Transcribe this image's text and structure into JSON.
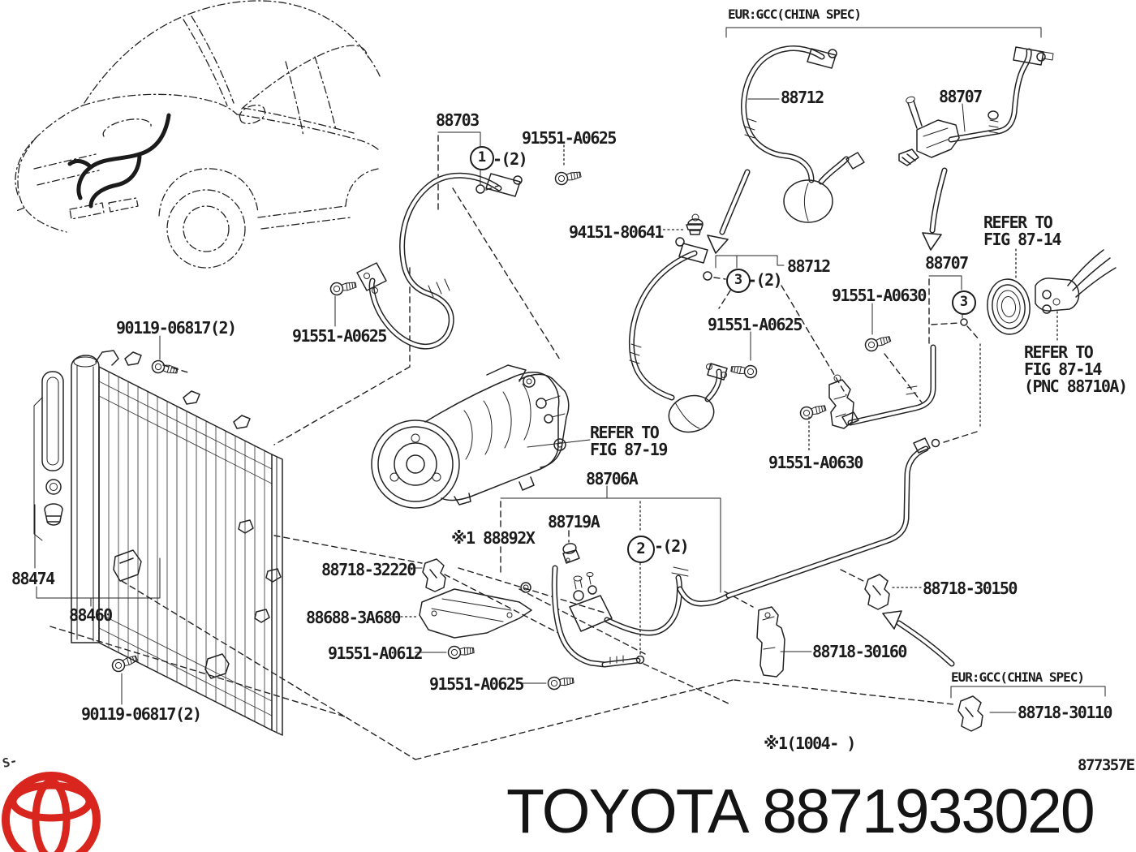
{
  "colors": {
    "background": "#ffffff",
    "ink": "#232323",
    "logo_red": "#d8251d"
  },
  "banners": {
    "top_spec": "EUR:GCC(CHINA SPEC)",
    "bottom_spec": "EUR:GCC(CHINA SPEC)"
  },
  "parts": [
    {
      "text": "88703"
    },
    {
      "text": "91551-A0625"
    },
    {
      "text": "94151-80641"
    },
    {
      "text": "88712"
    },
    {
      "text": "88707"
    },
    {
      "text": "88712"
    },
    {
      "text": "88707"
    },
    {
      "text": "91551-A0630"
    },
    {
      "text": "91551-A0625"
    },
    {
      "text": "91551-A0625"
    },
    {
      "text": "90119-06817(2)"
    },
    {
      "text": "88474"
    },
    {
      "text": "88460"
    },
    {
      "text": "90119-06817(2)"
    },
    {
      "text": "88706A"
    },
    {
      "text": "88719A"
    },
    {
      "text": "※1 88892X"
    },
    {
      "text": "88718-32220"
    },
    {
      "text": "88688-3A680"
    },
    {
      "text": "91551-A0612"
    },
    {
      "text": "91551-A0625"
    },
    {
      "text": "91551-A0630"
    },
    {
      "text": "88718-30150"
    },
    {
      "text": "88718-30160"
    },
    {
      "text": "88718-30110"
    }
  ],
  "callouts": [
    {
      "n": "1",
      "qty": "-(2)"
    },
    {
      "n": "3",
      "qty": "-(2)"
    },
    {
      "n": "3",
      "qty": ""
    },
    {
      "n": "2",
      "qty": "-(2)"
    }
  ],
  "notes": {
    "refer_fig_87_14": "REFER TO\nFIG 87-14",
    "refer_fig_87_14_pnc": "REFER TO\nFIG 87-14\n(PNC 88710A)",
    "refer_fig_87_19": "REFER TO\nFIG 87-19",
    "footnote": "※1(1004-   )",
    "doc_code": "877357E",
    "corner_mark": "S-"
  },
  "footer": {
    "brand": "TOYOTA",
    "part_number": "8871933020"
  }
}
